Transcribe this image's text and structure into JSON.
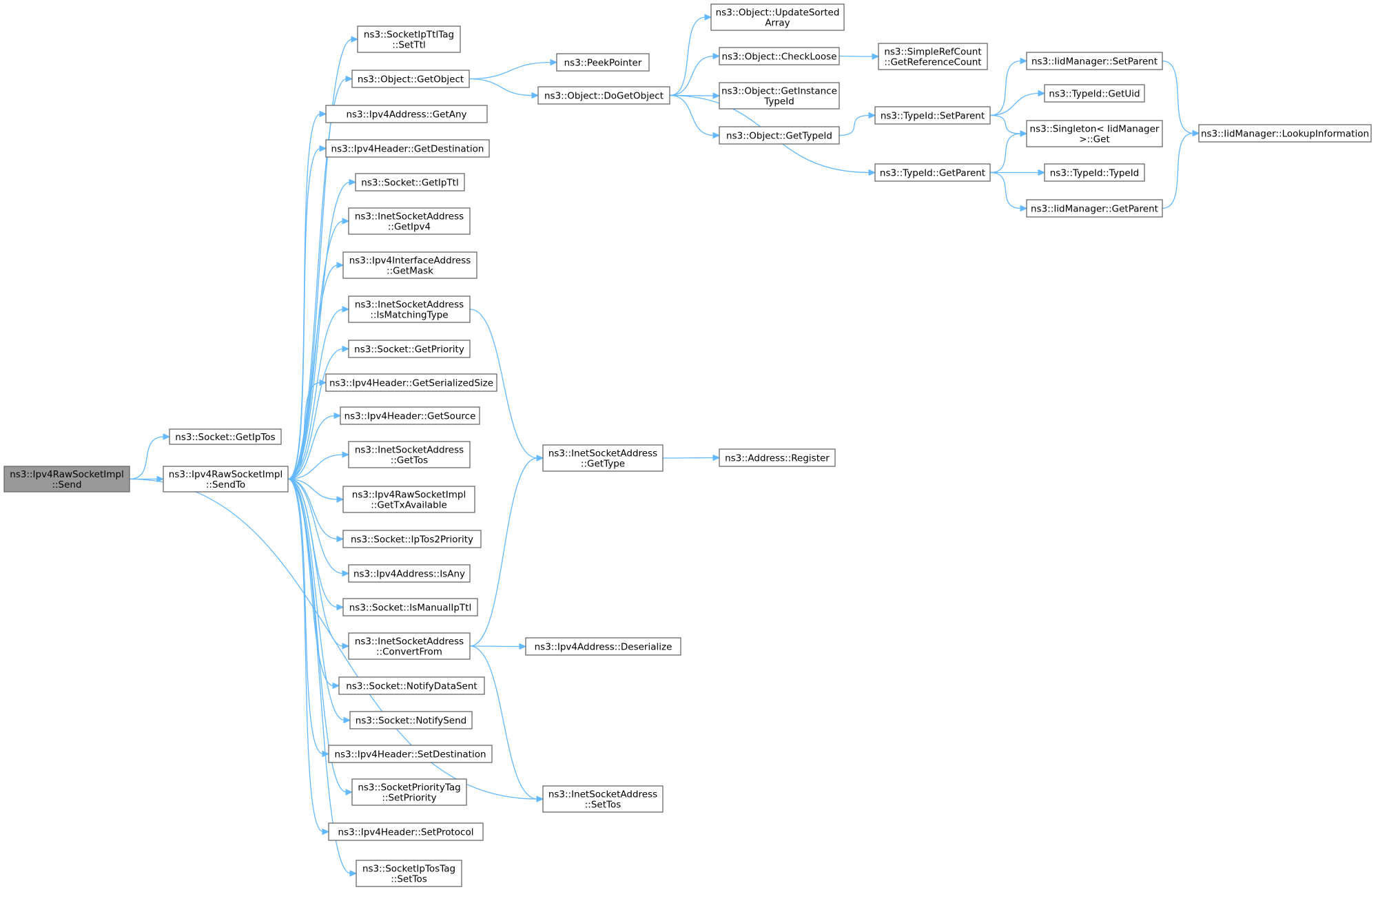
{
  "nodes": {
    "send": {
      "lines": [
        "ns3::Ipv4RawSocketImpl",
        "::Send"
      ],
      "root": true
    },
    "getIpTos": {
      "lines": [
        "ns3::Socket::GetIpTos"
      ]
    },
    "sendTo": {
      "lines": [
        "ns3::Ipv4RawSocketImpl",
        "::SendTo"
      ]
    },
    "setTtl": {
      "lines": [
        "ns3::SocketIpTtlTag",
        "::SetTtl"
      ]
    },
    "getObject": {
      "lines": [
        "ns3::Object::GetObject"
      ]
    },
    "getAny": {
      "lines": [
        "ns3::Ipv4Address::GetAny"
      ]
    },
    "getDestination": {
      "lines": [
        "ns3::Ipv4Header::GetDestination"
      ]
    },
    "getIpTtl": {
      "lines": [
        "ns3::Socket::GetIpTtl"
      ]
    },
    "getIpv4": {
      "lines": [
        "ns3::InetSocketAddress",
        "::GetIpv4"
      ]
    },
    "getMask": {
      "lines": [
        "ns3::Ipv4InterfaceAddress",
        "::GetMask"
      ]
    },
    "isMatchingType": {
      "lines": [
        "ns3::InetSocketAddress",
        "::IsMatchingType"
      ]
    },
    "getPriority": {
      "lines": [
        "ns3::Socket::GetPriority"
      ]
    },
    "getSerializedSize": {
      "lines": [
        "ns3::Ipv4Header::GetSerializedSize"
      ]
    },
    "getSource": {
      "lines": [
        "ns3::Ipv4Header::GetSource"
      ]
    },
    "getTos": {
      "lines": [
        "ns3::InetSocketAddress",
        "::GetTos"
      ]
    },
    "getTxAvailable": {
      "lines": [
        "ns3::Ipv4RawSocketImpl",
        "::GetTxAvailable"
      ]
    },
    "ipTos2Priority": {
      "lines": [
        "ns3::Socket::IpTos2Priority"
      ]
    },
    "isAny": {
      "lines": [
        "ns3::Ipv4Address::IsAny"
      ]
    },
    "isManualIpTtl": {
      "lines": [
        "ns3::Socket::IsManualIpTtl"
      ]
    },
    "convertFrom": {
      "lines": [
        "ns3::InetSocketAddress",
        "::ConvertFrom"
      ]
    },
    "notifyDataSent": {
      "lines": [
        "ns3::Socket::NotifyDataSent"
      ]
    },
    "notifySend": {
      "lines": [
        "ns3::Socket::NotifySend"
      ]
    },
    "setDestination": {
      "lines": [
        "ns3::Ipv4Header::SetDestination"
      ]
    },
    "setPriorityTag": {
      "lines": [
        "ns3::SocketPriorityTag",
        "::SetPriority"
      ]
    },
    "setProtocol": {
      "lines": [
        "ns3::Ipv4Header::SetProtocol"
      ]
    },
    "setTosTag": {
      "lines": [
        "ns3::SocketIpTosTag",
        "::SetTos"
      ]
    },
    "peekPointer": {
      "lines": [
        "ns3::PeekPointer"
      ]
    },
    "doGetObject": {
      "lines": [
        "ns3::Object::DoGetObject"
      ]
    },
    "getType": {
      "lines": [
        "ns3::InetSocketAddress",
        "::GetType"
      ]
    },
    "deserialize": {
      "lines": [
        "ns3::Ipv4Address::Deserialize"
      ]
    },
    "inetSetTos": {
      "lines": [
        "ns3::InetSocketAddress",
        "::SetTos"
      ]
    },
    "updateSorted": {
      "lines": [
        "ns3::Object::UpdateSorted",
        "Array"
      ]
    },
    "checkLoose": {
      "lines": [
        "ns3::Object::CheckLoose"
      ]
    },
    "getInstanceTypeId": {
      "lines": [
        "ns3::Object::GetInstance",
        "TypeId"
      ]
    },
    "getTypeId": {
      "lines": [
        "ns3::Object::GetTypeId"
      ]
    },
    "register": {
      "lines": [
        "ns3::Address::Register"
      ]
    },
    "getRefCount": {
      "lines": [
        "ns3::SimpleRefCount",
        "::GetReferenceCount"
      ]
    },
    "typeSetParent": {
      "lines": [
        "ns3::TypeId::SetParent"
      ]
    },
    "typeGetParent": {
      "lines": [
        "ns3::TypeId::GetParent"
      ]
    },
    "iidSetParent": {
      "lines": [
        "ns3::IidManager::SetParent"
      ]
    },
    "getUid": {
      "lines": [
        "ns3::TypeId::GetUid"
      ]
    },
    "singletonGet": {
      "lines": [
        "ns3::Singleton< IidManager",
        " >::Get"
      ]
    },
    "typeIdCtor": {
      "lines": [
        "ns3::TypeId::TypeId"
      ]
    },
    "iidGetParent": {
      "lines": [
        "ns3::IidManager::GetParent"
      ]
    },
    "lookupInfo": {
      "lines": [
        "ns3::IidManager::LookupInformation"
      ]
    }
  },
  "edges": [
    [
      "send",
      "getIpTos"
    ],
    [
      "send",
      "sendTo"
    ],
    [
      "send",
      "inetSetTos"
    ],
    [
      "sendTo",
      "setTtl"
    ],
    [
      "sendTo",
      "getObject"
    ],
    [
      "sendTo",
      "getAny"
    ],
    [
      "sendTo",
      "getDestination"
    ],
    [
      "sendTo",
      "getIpTtl"
    ],
    [
      "sendTo",
      "getIpv4"
    ],
    [
      "sendTo",
      "getMask"
    ],
    [
      "sendTo",
      "isMatchingType"
    ],
    [
      "sendTo",
      "getPriority"
    ],
    [
      "sendTo",
      "getSerializedSize"
    ],
    [
      "sendTo",
      "getSource"
    ],
    [
      "sendTo",
      "getTos"
    ],
    [
      "sendTo",
      "getTxAvailable"
    ],
    [
      "sendTo",
      "ipTos2Priority"
    ],
    [
      "sendTo",
      "isAny"
    ],
    [
      "sendTo",
      "isManualIpTtl"
    ],
    [
      "sendTo",
      "convertFrom"
    ],
    [
      "sendTo",
      "notifyDataSent"
    ],
    [
      "sendTo",
      "notifySend"
    ],
    [
      "sendTo",
      "setDestination"
    ],
    [
      "sendTo",
      "setPriorityTag"
    ],
    [
      "sendTo",
      "setProtocol"
    ],
    [
      "sendTo",
      "setTosTag"
    ],
    [
      "getObject",
      "peekPointer"
    ],
    [
      "getObject",
      "doGetObject"
    ],
    [
      "isMatchingType",
      "getType"
    ],
    [
      "convertFrom",
      "getType"
    ],
    [
      "convertFrom",
      "deserialize"
    ],
    [
      "convertFrom",
      "inetSetTos"
    ],
    [
      "getType",
      "register"
    ],
    [
      "doGetObject",
      "updateSorted"
    ],
    [
      "doGetObject",
      "checkLoose"
    ],
    [
      "doGetObject",
      "getInstanceTypeId"
    ],
    [
      "doGetObject",
      "getTypeId"
    ],
    [
      "doGetObject",
      "typeGetParent"
    ],
    [
      "checkLoose",
      "getRefCount"
    ],
    [
      "getTypeId",
      "typeSetParent"
    ],
    [
      "typeSetParent",
      "iidSetParent"
    ],
    [
      "typeSetParent",
      "getUid"
    ],
    [
      "typeSetParent",
      "singletonGet"
    ],
    [
      "typeGetParent",
      "singletonGet"
    ],
    [
      "typeGetParent",
      "typeIdCtor"
    ],
    [
      "typeGetParent",
      "iidGetParent"
    ],
    [
      "iidSetParent",
      "lookupInfo"
    ],
    [
      "iidGetParent",
      "lookupInfo"
    ]
  ]
}
